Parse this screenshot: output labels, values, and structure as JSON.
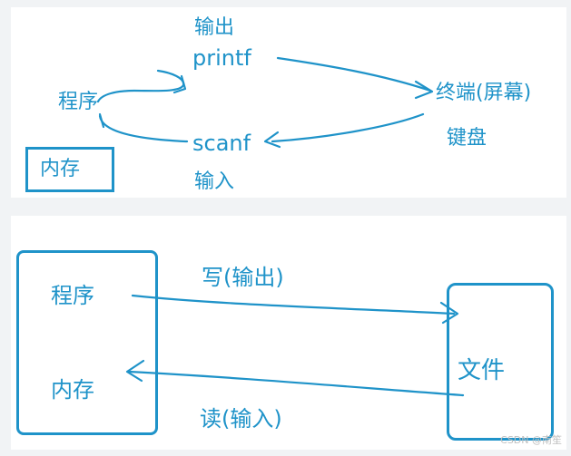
{
  "top": {
    "output_label": "输出",
    "printf_label": "printf",
    "program_label": "程序",
    "terminal_label": "终端(屏幕)",
    "scanf_label": "scanf",
    "keyboard_label": "键盘",
    "input_label": "输入",
    "memory_label": "内存"
  },
  "bottom": {
    "program_label": "程序",
    "memory_label": "内存",
    "write_label": "写(输出)",
    "read_label": "读(输入)",
    "file_label": "文件"
  },
  "watermark": "CSDN @南笙",
  "colors": {
    "ink": "#1f93c9",
    "panel": "#ffffff",
    "background": "#f1f3f5"
  }
}
